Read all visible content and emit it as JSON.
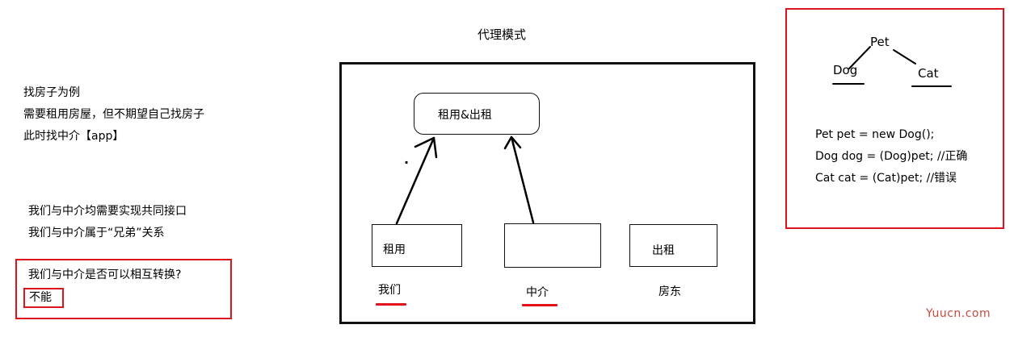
{
  "title": "代理模式",
  "left_notes": {
    "line1": "找房子为例",
    "line2": "需要租用房屋，但不期望自己找房子",
    "line3": "此时找中介【app】",
    "line4": "我们与中介均需要实现共同接口",
    "line5": "我们与中介属于“兄弟”关系",
    "question": "我们与中介是否可以相互转换?",
    "answer": "不能"
  },
  "diagram": {
    "interface_label": "租用&出租",
    "box_rent_label": "租用",
    "box_middle_label": "",
    "box_lease_label": "出租",
    "role_us": "我们",
    "role_agent": "中介",
    "role_landlord": "房东",
    "dot": "·"
  },
  "right_panel": {
    "pet": "Pet",
    "dog": "Dog",
    "cat": "Cat",
    "code_line1": "Pet pet = new Dog();",
    "code_line2": "Dog dog = (Dog)pet;  //正确",
    "code_line3": "Cat cat = (Cat)pet;      //错误"
  },
  "watermark": "Yuucn.com",
  "colors": {
    "accent_red": "#e0121b",
    "watermark": "#c94a3c",
    "ink": "#000000"
  }
}
